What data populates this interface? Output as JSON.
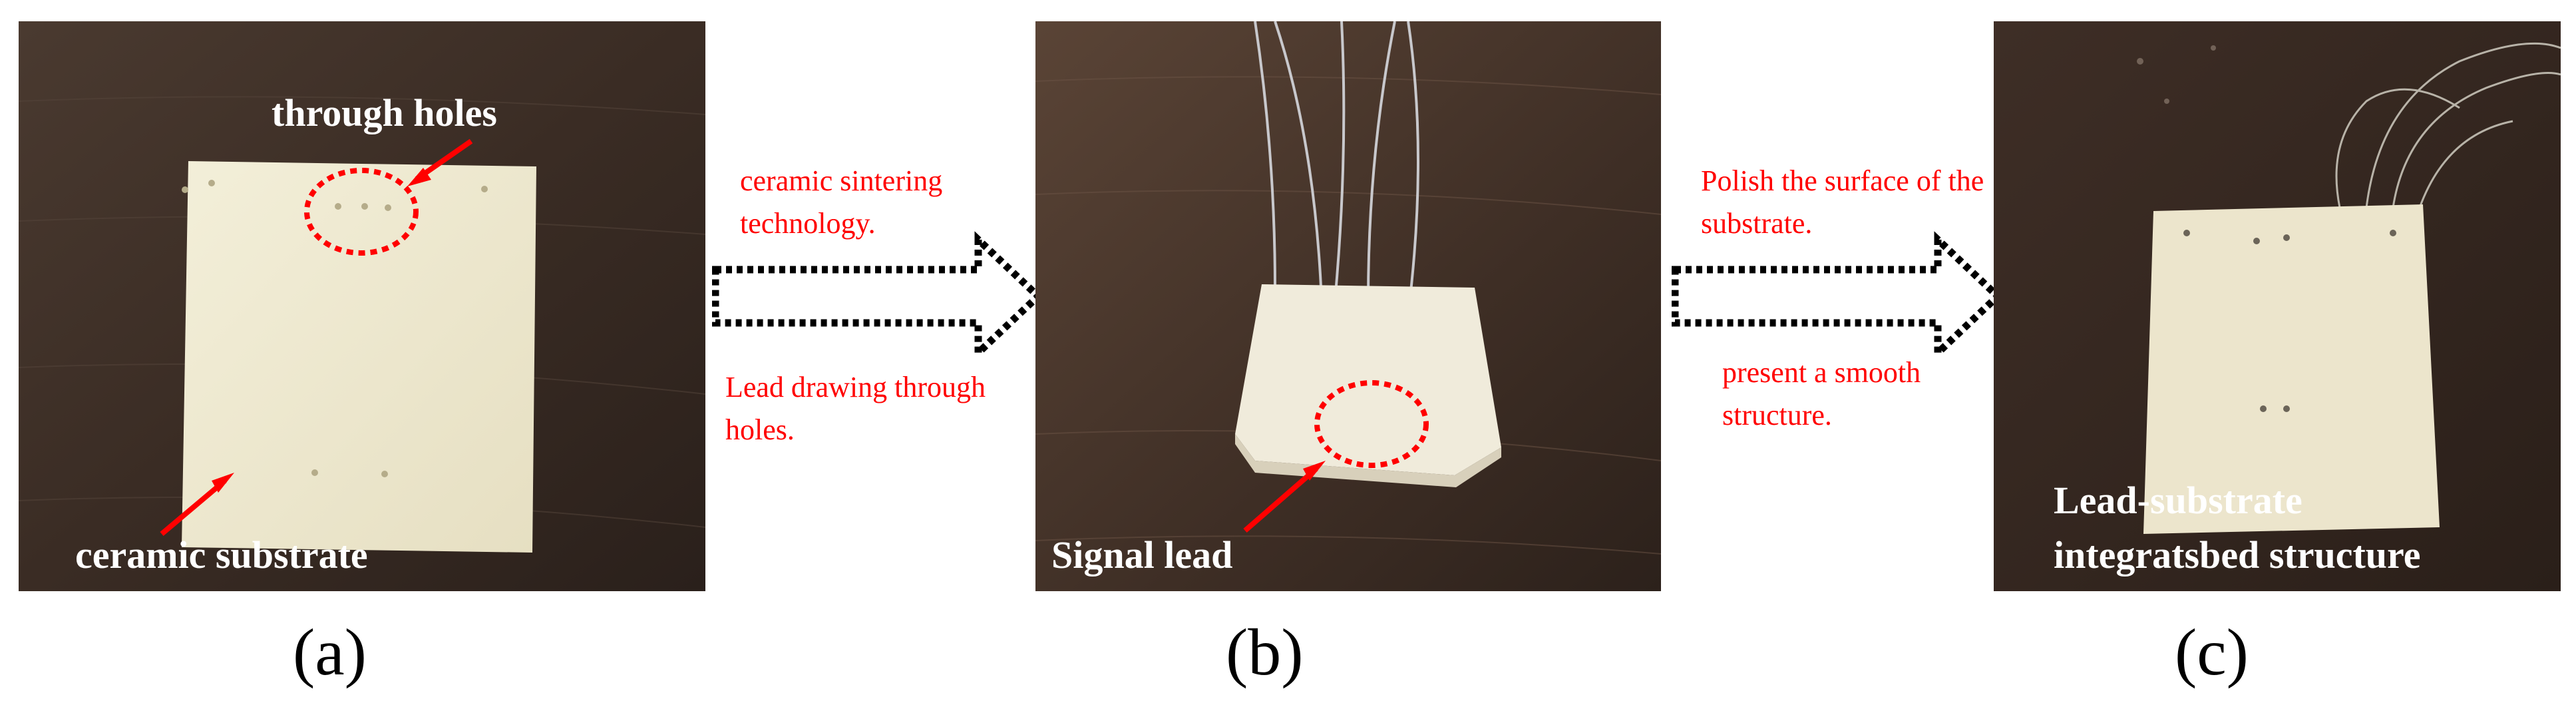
{
  "panels": {
    "a": {
      "label": "(a)",
      "through_holes": "through holes",
      "ceramic_substrate": "ceramic substrate"
    },
    "b": {
      "label": "(b)",
      "signal_lead": "Signal lead"
    },
    "c": {
      "label": "(c)",
      "caption_line1": "Lead-substrate",
      "caption_line2": "integratsbed structure"
    }
  },
  "arrow1": {
    "top_text": "ceramic sintering technology.",
    "bottom_text": "Lead drawing through holes."
  },
  "arrow2": {
    "top_text": "Polish the surface of the substrate.",
    "bottom_text": "present a smooth structure."
  },
  "colors": {
    "annotation_red": "#ff0000",
    "table_dark": "#3a2a22",
    "ceramic": "#f1ecd6"
  }
}
